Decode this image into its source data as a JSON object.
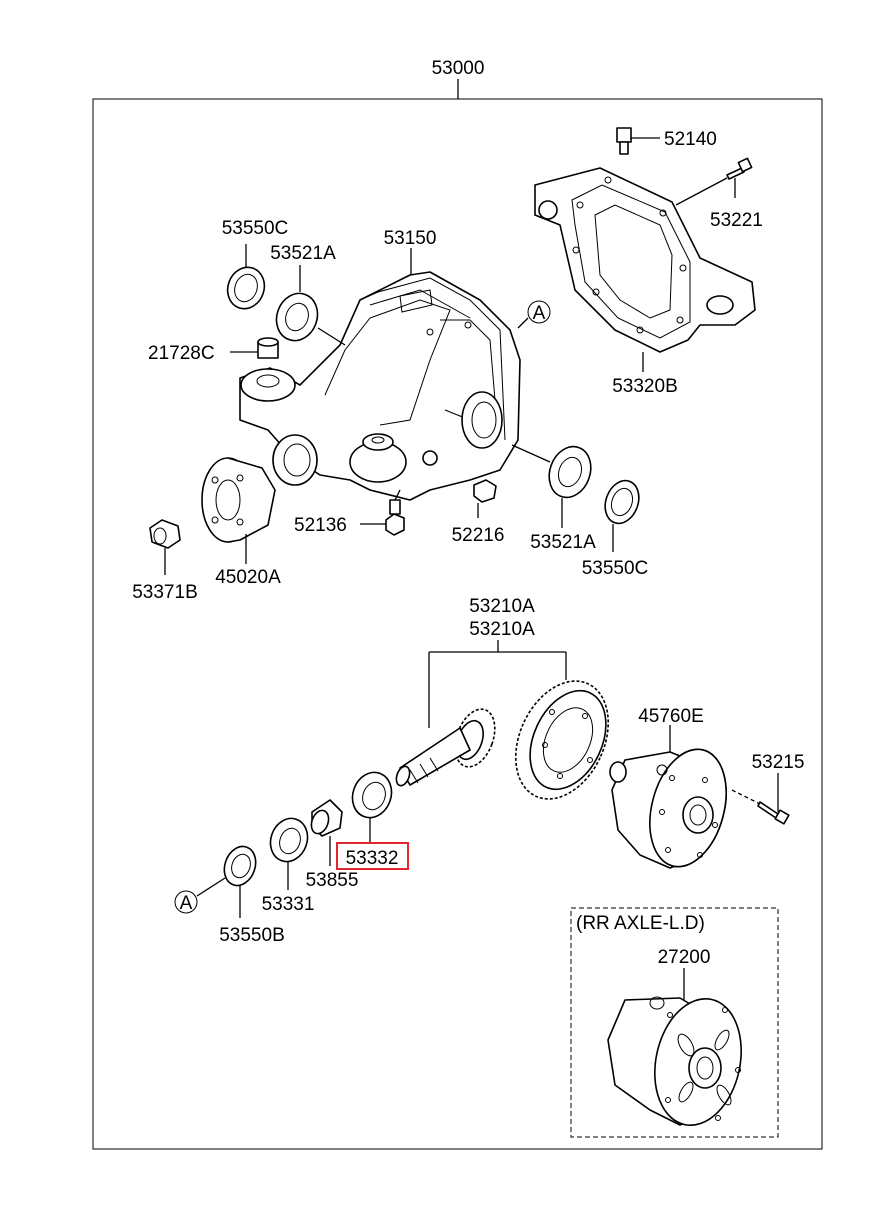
{
  "assembly": {
    "number": "53000"
  },
  "callouts": {
    "ref_a": "A"
  },
  "labels": {
    "p52140": "52140",
    "p53221": "53221",
    "p53550C_top": "53550C",
    "p53521A_top": "53521A",
    "p53150": "53150",
    "p21728C": "21728C",
    "p53320B": "53320B",
    "p52136": "52136",
    "p52216": "52216",
    "p53521A_bottom": "53521A",
    "p53550C_bottom": "53550C",
    "p53371B": "53371B",
    "p45020A": "45020A",
    "p53210A_1": "53210A",
    "p53210A_2": "53210A",
    "p45760E": "45760E",
    "p53215": "53215",
    "p53332": "53332",
    "p53855": "53855",
    "p53331": "53331",
    "p53550B": "53550B"
  },
  "inset": {
    "title": "(RR AXLE-L.D)",
    "part": "27200"
  },
  "highlight": {
    "part": "53332",
    "color": "#e0282e"
  }
}
